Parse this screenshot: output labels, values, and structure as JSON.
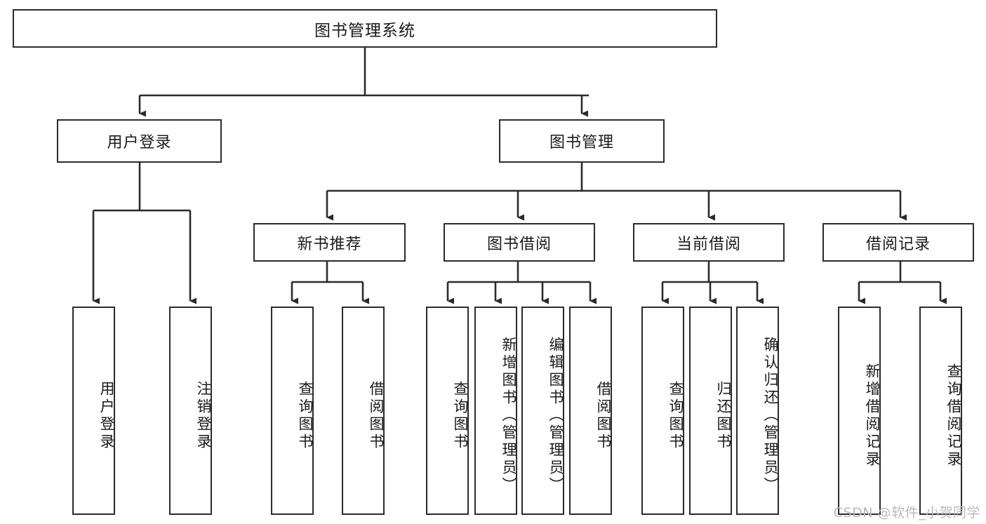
{
  "diagram": {
    "type": "tree-hierarchy-chart",
    "title": "图书管理系统",
    "watermark": "CSDN @软件_小贺同学",
    "colors": {
      "stroke": "#2b2b2b",
      "fill": "#ffffff",
      "text": "#1a1a1a",
      "watermark": "#b9b9b9"
    },
    "levels": {
      "root": {
        "label": "图书管理系统"
      },
      "level2": [
        {
          "label": "用户登录"
        },
        {
          "label": "图书管理"
        }
      ],
      "level3": [
        {
          "label": "新书推荐"
        },
        {
          "label": "图书借阅"
        },
        {
          "label": "当前借阅"
        },
        {
          "label": "借阅记录"
        }
      ],
      "level4": [
        {
          "label": "用户登录"
        },
        {
          "label": "注销登录"
        },
        {
          "label": "查询图书"
        },
        {
          "label": "借阅图书"
        },
        {
          "label": "查询图书"
        },
        {
          "label": "新增图书（管理员）"
        },
        {
          "label": "编辑图书（管理员）"
        },
        {
          "label": "借阅图书"
        },
        {
          "label": "查询图书"
        },
        {
          "label": "归还图书"
        },
        {
          "label": "确认归还（管理员）"
        },
        {
          "label": "新增借阅记录"
        },
        {
          "label": "查询借阅记录"
        }
      ]
    }
  }
}
